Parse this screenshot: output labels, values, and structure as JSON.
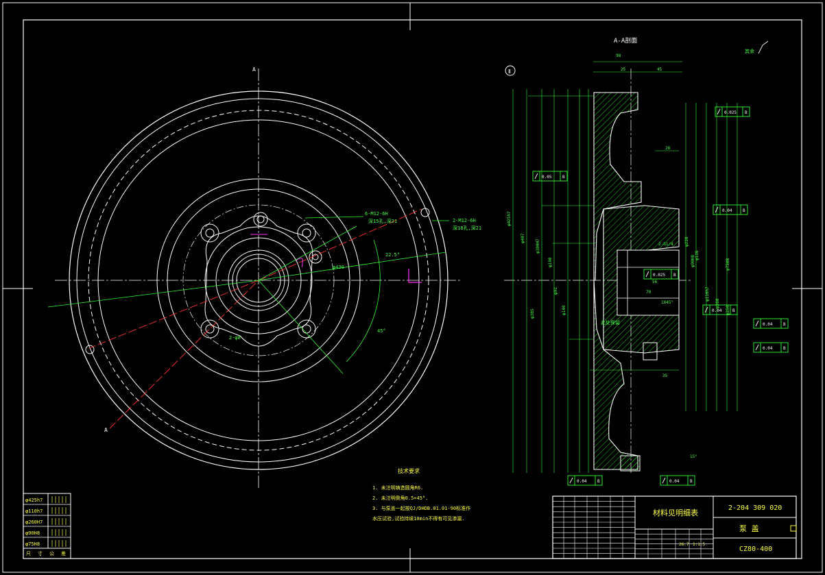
{
  "colors": {
    "background": "#000000",
    "outline": "#ffffff",
    "dimension": "#33ff33",
    "centerline": "#ffffff",
    "section_line": "#ff3333",
    "highlight": "#ff33ff",
    "hatch": "#33ff33"
  },
  "section_title": "A-A剖面",
  "surface_note": "其余",
  "section_marks": {
    "top": "A",
    "bottom": "A",
    "datum": "Ⅱ"
  },
  "front_view": {
    "hole_labels": [
      "6-M12-6H",
      "2-M12-6H"
    ],
    "hole_depth_labels": [
      "深15孔,深21",
      "深18孔,深21"
    ],
    "angle_labels": [
      "22.5°",
      "45°"
    ],
    "dia_label": "φ430",
    "pin_label": "2-φ8"
  },
  "side_view": {
    "top_dims": [
      "98",
      "25",
      "45",
      "28",
      "70",
      "35",
      "56"
    ],
    "tolerance_frames": [
      "0.025",
      "0.05",
      "0.04",
      "0.025",
      "0.04",
      "0.04",
      "0.04",
      "0.04",
      "0.04"
    ],
    "datum_letter": "B",
    "left_dims": [
      "φ425h7",
      "φ407",
      "φ300H7",
      "φ190",
      "φ140",
      "φ305",
      "φ92"
    ],
    "right_dims": [
      "φ230",
      "φ116",
      "φ90H8",
      "φ110h7",
      "φ260",
      "φ350",
      "φ75H8"
    ],
    "notes": [
      "1X45°",
      "2-G1/4",
      "15°",
      "此处保留"
    ]
  },
  "tech_requirements": {
    "title": "技术要求",
    "items": [
      "1. 未注明铸造圆角R6.",
      "2. 未注明倒角0.5×45°.",
      "3. 与泵盖一起按QJ/DHDB.01.01-90标准作",
      "   水压试验,试验持续10min不得有可见渗漏."
    ]
  },
  "tolerance_table": {
    "rows": [
      "φ425h7",
      "φ110h7",
      "φ260H7",
      "φ90H8",
      "φ75H8"
    ],
    "footer": [
      "尺",
      "寸",
      "公",
      "差"
    ]
  },
  "title_block": {
    "material": "材料见明细表",
    "drawing_no": "2-204 309 020",
    "part_name": "泵 盖",
    "model": "CZ80-400",
    "weight": "26.7",
    "scale": "1:1.5"
  }
}
